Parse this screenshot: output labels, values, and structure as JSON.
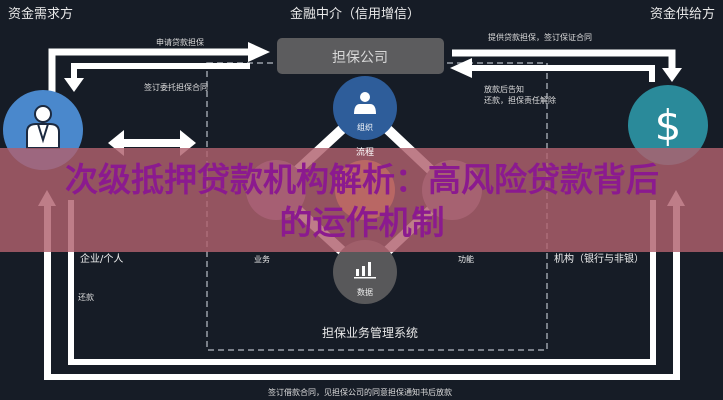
{
  "headers": {
    "demand": "资金需求方",
    "intermediary": "金融中介（信用增信）",
    "supply": "资金供给方"
  },
  "guarantee_company": "担保公司",
  "arrows": {
    "apply": "申请贷款担保",
    "sign_entrust": "签订委托担保合同",
    "provide": "提供贷款担保，签订保证合同",
    "notify_line1": "放款后告知",
    "notify_line2": "还款，担保责任解除",
    "repay": "还款",
    "bottom": "签订借款合同，见担保公司的同意担保通知书后放款"
  },
  "parties": {
    "demand_label": "企业/个人",
    "supply_label": "机构（银行与非银）",
    "supply_icon": "dollar-icon",
    "demand_icon": "user-icon"
  },
  "system": {
    "title": "担保业务管理系统",
    "nodes": {
      "org": "组织",
      "business": "业务",
      "process": "流程",
      "function": "功能",
      "data": "数据"
    }
  },
  "overlay_title": "次级抵押贷款机构解析：高风险贷款背后的运作机制",
  "colors": {
    "background": "#161c26",
    "demand_circle": "#4a88cc",
    "supply_circle": "#2a8a9a",
    "org_node": "#2e5d9a",
    "process_node": "#e0873a",
    "box": "#5c5c5e",
    "overlay": "#b0606e",
    "overlay_text": "#8b1a8f"
  }
}
